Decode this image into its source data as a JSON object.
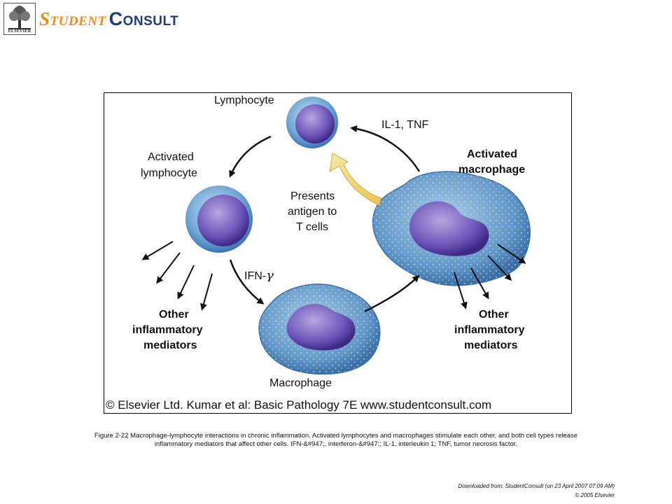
{
  "header": {
    "publisher_logo_text": "ELSEVIER",
    "brand_part1": "Student",
    "brand_part2": "Consult"
  },
  "figure": {
    "labels": {
      "lymphocyte": "Lymphocyte",
      "il1_tnf": "IL-1, TNF",
      "activated_macrophage_1": "Activated",
      "activated_macrophage_2": "macrophage",
      "activated_lymphocyte_1": "Activated",
      "activated_lymphocyte_2": "lymphocyte",
      "presents_1": "Presents",
      "presents_2": "antigen to",
      "presents_3": "T cells",
      "ifn": "IFN-",
      "gamma": "γ",
      "other_left_1": "Other",
      "other_left_2": "inflammatory",
      "other_left_3": "mediators",
      "other_right_1": "Other",
      "other_right_2": "inflammatory",
      "other_right_3": "mediators",
      "macrophage": "Macrophage"
    },
    "credit": "© Elsevier Ltd. Kumar et al: Basic Pathology 7E www.studentconsult.com"
  },
  "caption": {
    "line1": "Figure 2-22 Macrophage-lymphocyte interactions in chronic inflammation. Activated lymphocytes and macrophages stimulate each other, and both cell types release",
    "line2": "inflammatory mediators that affect other cells. IFN-&#947;, interferon-&#947;; IL-1, interleukin 1; TNF, tumor necrosis factor."
  },
  "footer": {
    "downloaded": "Downloaded from: StudentConsult (on 23 April 2007 07:09 AM)",
    "copyright": "© 2005 Elsevier"
  }
}
